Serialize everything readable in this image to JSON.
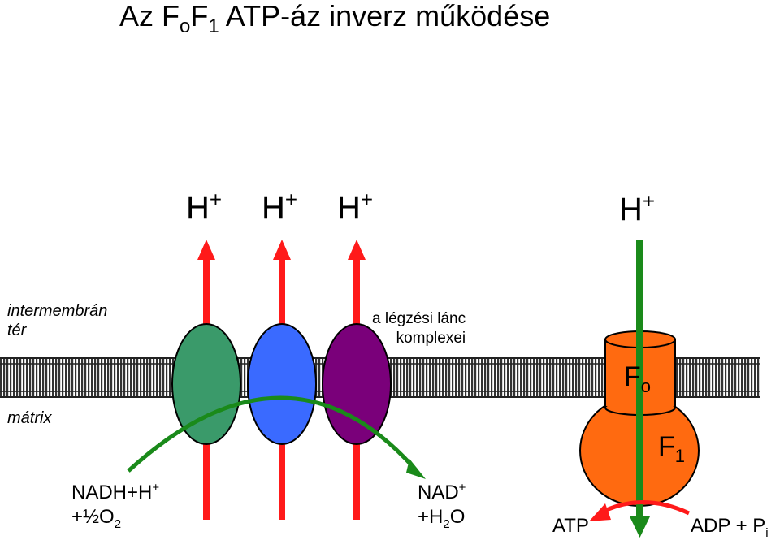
{
  "title": {
    "pre": "Az F",
    "sub1": "o",
    "mid": "F",
    "sub2": "1",
    "post": " ATP-áz inverz működése"
  },
  "proton": {
    "base": "H",
    "charge": "+"
  },
  "labels": {
    "intermembrane_line1": "intermembrán",
    "intermembrane_line2": "tér",
    "matrix": "mátrix",
    "complexes_line1": "a légzési lánc",
    "complexes_line2": "komplexei"
  },
  "fo": {
    "base": "F",
    "sub": "o"
  },
  "f1": {
    "base": "F",
    "sub": "1"
  },
  "nadh": {
    "line1_base": "NADH+H",
    "line1_sup": "+",
    "line2_pre": "+½O",
    "line2_sub": "2"
  },
  "nad": {
    "line1_base": "NAD",
    "line1_sup": "+",
    "line2_pre": "+H",
    "line2_sub": "2",
    "line2_post": "O"
  },
  "atp": "ATP",
  "adp": {
    "pre": "ADP + P",
    "sub": "i"
  },
  "colors": {
    "proton_arrow": "#ff1a1a",
    "electron_path": "#1a8a1a",
    "complex_1": "#3a9a6a",
    "complex_2": "#3a6aff",
    "complex_3": "#7a007a",
    "atp_synthase": "#ff6a10"
  }
}
